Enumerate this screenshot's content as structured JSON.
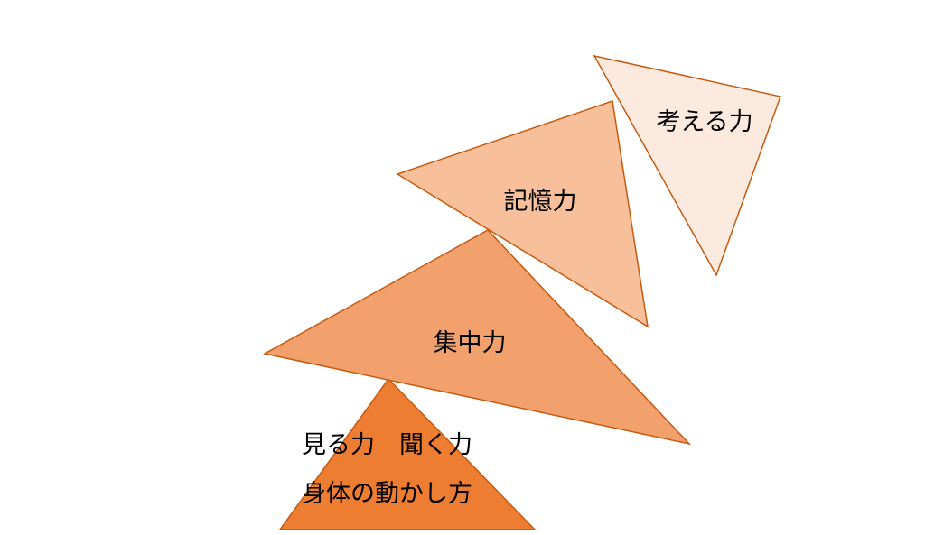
{
  "shapes": {
    "base": {
      "label_line1": "見る力　聞く力",
      "label_line2": "身体の動かし方",
      "fill": "#ED7D31",
      "stroke": "#C55A11"
    },
    "concentration": {
      "label": "集中力",
      "fill": "#F2A16C",
      "stroke": "#C55A11"
    },
    "memory": {
      "label": "記憶力",
      "fill": "#F8BF9B",
      "stroke": "#C55A11"
    },
    "thinking": {
      "label": "考える力",
      "fill": "#FDEADE",
      "stroke": "#C55A11"
    }
  }
}
